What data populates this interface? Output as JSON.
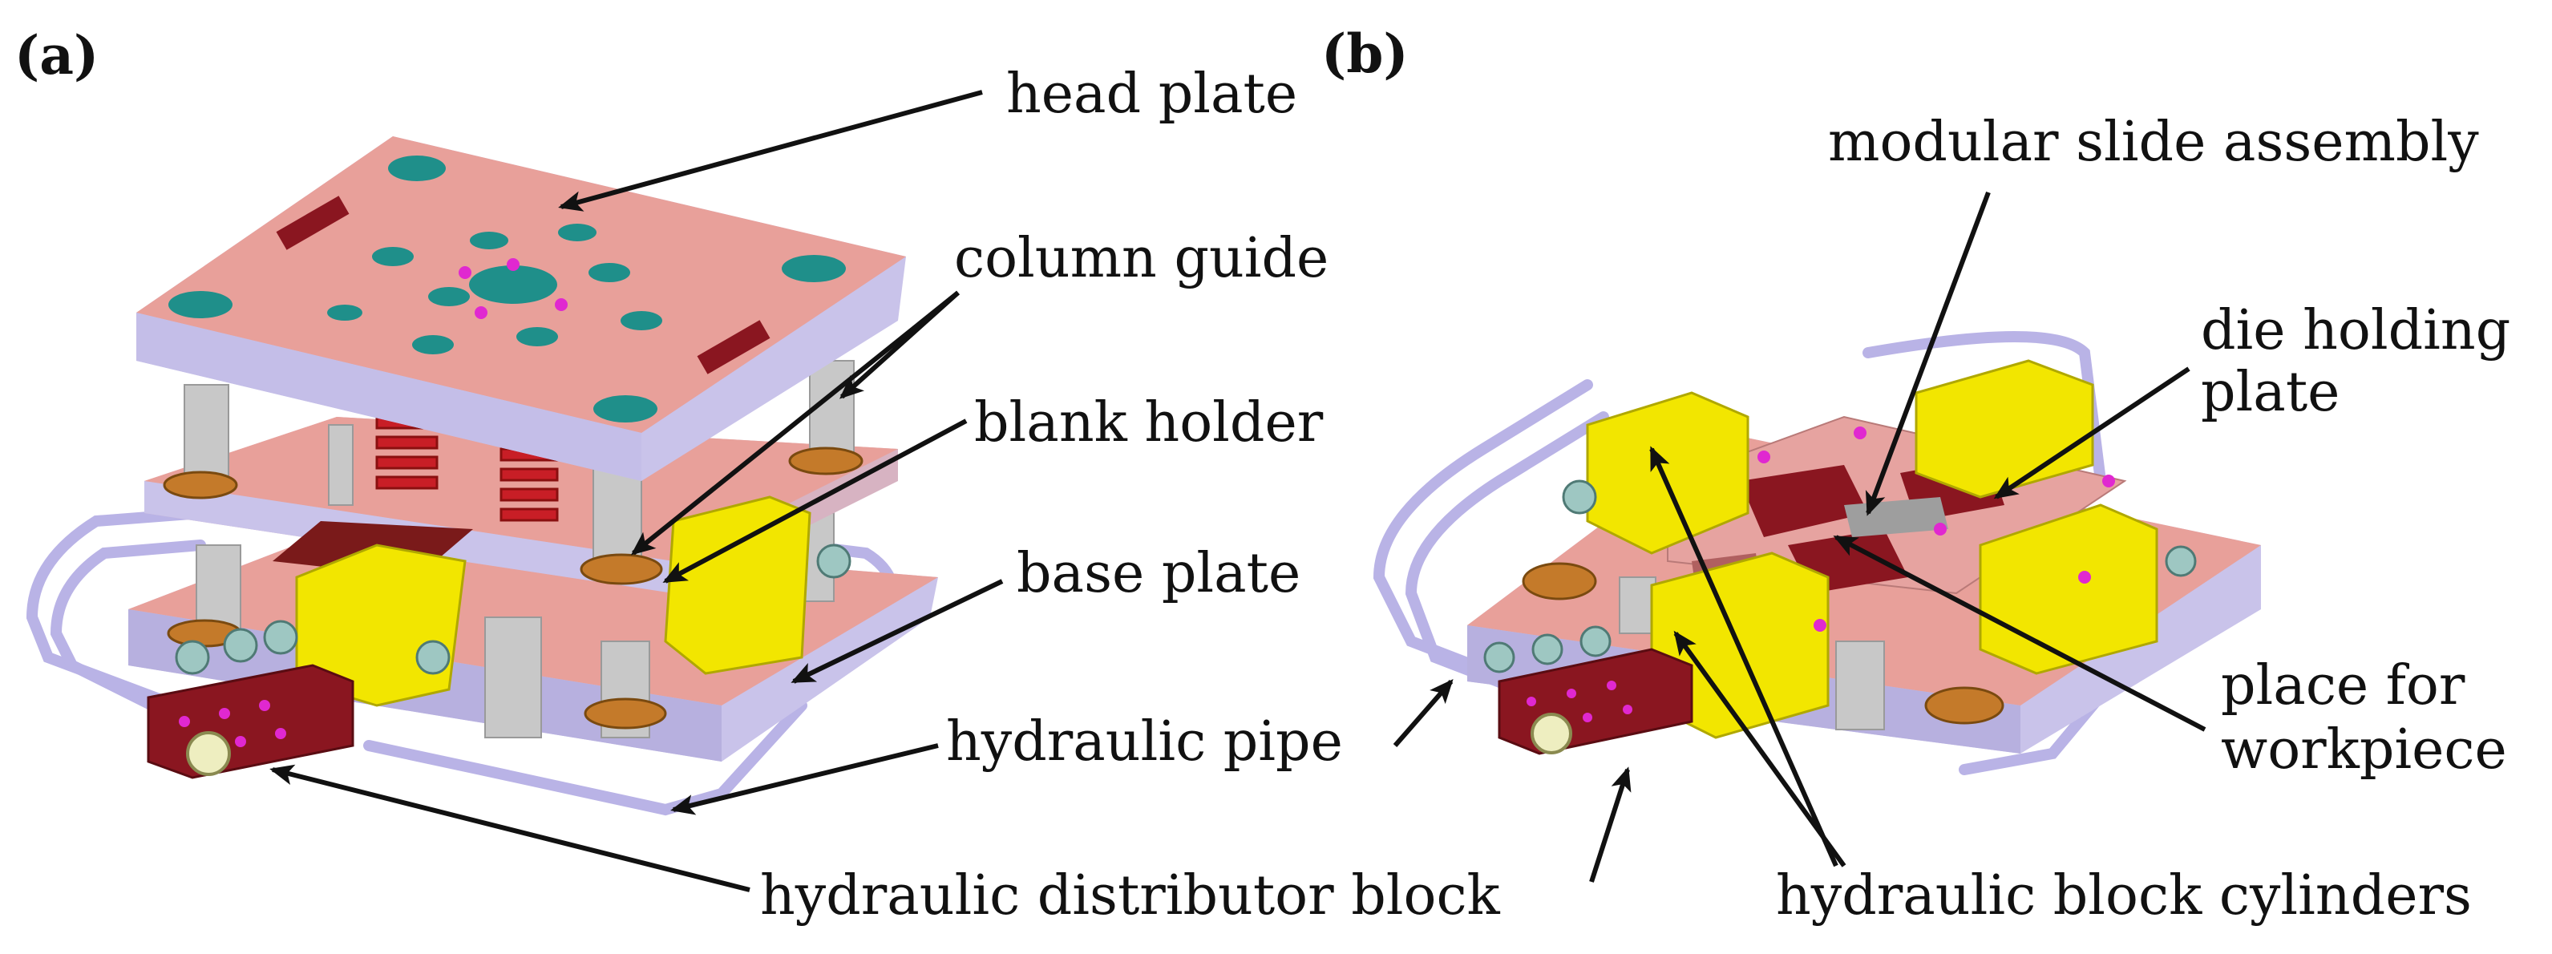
{
  "panels": {
    "a": {
      "tag": "(a)",
      "labels": {
        "head_plate": "head plate",
        "column_guide": "column guide",
        "blank_holder": "blank holder",
        "base_plate": "base plate",
        "hydraulic_pipe": "hydraulic pipe",
        "hydraulic_distributor_block": "hydraulic distributor block"
      }
    },
    "b": {
      "tag": "(b)",
      "labels": {
        "modular_slide_assembly": "modular slide assembly",
        "die_holding_plate_line1": "die holding",
        "die_holding_plate_line2": "plate",
        "place_for_workpiece_line1": "place for",
        "place_for_workpiece_line2": "workpiece",
        "hydraulic_block_cylinders": "hydraulic block cylinders"
      }
    }
  },
  "colors": {
    "plate_pink": "#e8a09a",
    "plate_side": "#c9c3ea",
    "cylinder_yellow": "#f2e600",
    "distributor_red": "#8a1620",
    "hole_teal": "#1f8f8a",
    "column_gray": "#c8c8c8",
    "pipe_lavender": "#b9b3e6",
    "spring_red": "#c81e26",
    "bolt_magenta": "#e028d0"
  }
}
